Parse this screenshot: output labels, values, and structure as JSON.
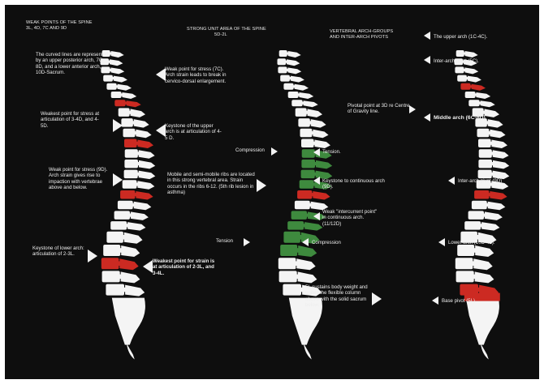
{
  "colors": {
    "background": "#0e0e0e",
    "bone": "#f4f4f4",
    "weak_point": "#cc2a22",
    "strong_unit": "#3e8a3e",
    "text": "#eeeeee"
  },
  "panels": [
    {
      "header_line1": "WEAK POINTS OF THE SPINE",
      "header_line2": "3L, 4D, 7C and 9D",
      "notes": [
        "The curved lines are represented by an upper posterior arch, 7C-8D, and a lower anterior arch, 10D-Sacrum.",
        "Weak point for stress (7C). Arch strain leads to break in cervico-dorsal enlargement.",
        "Weakest point for stress at articulation of 3-4D, and 4-5D.",
        "Keystone of the upper arch is at articulation of 4-5 D.",
        "Weak point for stress (9D). Arch strain gives rise to impaction with vertebrae above and below.",
        "Keystone of lower arch: articulation of 2-3L.",
        "Weakest point for strain is at articulation of 2-3L, and 3-4L."
      ]
    },
    {
      "header_line1": "STRONG UNIT AREA OF THE SPINE",
      "header_line2": "5D-2L",
      "notes": [
        "Compression",
        "Tension.",
        "Mobile and semi-mobile ribs are located in this strong vertebral area. Strain occurs in the ribs 6-12.",
        "(5th rib lesion in asthma)",
        "Keystone to continuous arch (9D).",
        "Weak \"intercurrent point\" in continuous arch. (11/12D)",
        "Tension",
        "Compression",
        "5L sustains body weight and unites the flexible column above with the solid sacrum below."
      ]
    },
    {
      "header_line1": "VERTEBRAL ARCH-GROUPS",
      "header_line2": "and INTER-ARCH PIVOTS",
      "notes": [
        "The upper arch (1C-4C).",
        "Inter-arch pivot (5C).",
        "Pivotal point at 3D re Centre of Gravity line.",
        "Middle arch (6C-8D)",
        "Inter-arch pivot (9D)",
        "Lower arch (10D-4L).",
        "Base pivot (5L)."
      ]
    }
  ]
}
